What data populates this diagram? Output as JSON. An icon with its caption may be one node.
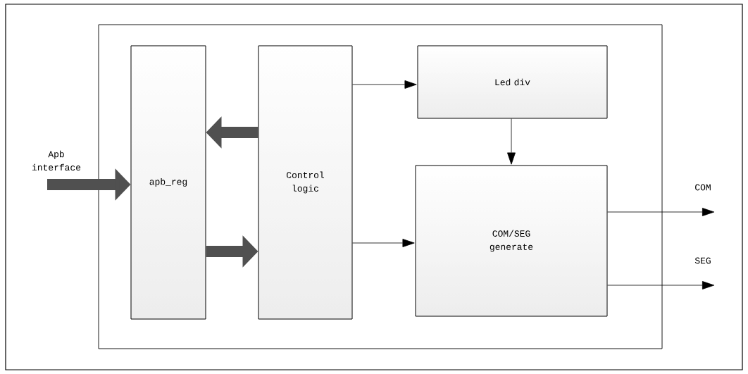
{
  "diagram": {
    "nodes": [
      {
        "text": [],
        "shape": "box"
      },
      {
        "text": [
          "apb_reg"
        ],
        "in": 0
      },
      {
        "text": [
          "Control logic"
        ],
        "in": 0
      },
      {
        "text": [
          "Led div"
        ],
        "in": 0
      },
      {
        "text": [
          "COM/SEG generate"
        ],
        "in": 0
      },
      {
        "text": [
          "Apb interface"
        ]
      }
    ],
    "edges": [
      {
        "from": 5,
        "to": 1,
        "arrow": "to",
        "style": "thick",
        "color": "#505050"
      },
      {
        "from": 2,
        "to": 1,
        "arrow": "to",
        "style": "thick",
        "color": "#505050"
      },
      {
        "from": 1,
        "to": 2,
        "arrow": "to",
        "style": "thick",
        "color": "#505050"
      },
      {
        "from": 2,
        "to": 3,
        "arrow": "to"
      },
      {
        "from": 2,
        "to": 4,
        "arrow": "to"
      },
      {
        "from": 3,
        "to": 4,
        "arrow": "to"
      },
      {
        "from": 4,
        "to": null,
        "arrow": "to",
        "label": "COM"
      },
      {
        "from": 4,
        "to": null,
        "arrow": "to",
        "label": "SEG"
      }
    ]
  }
}
